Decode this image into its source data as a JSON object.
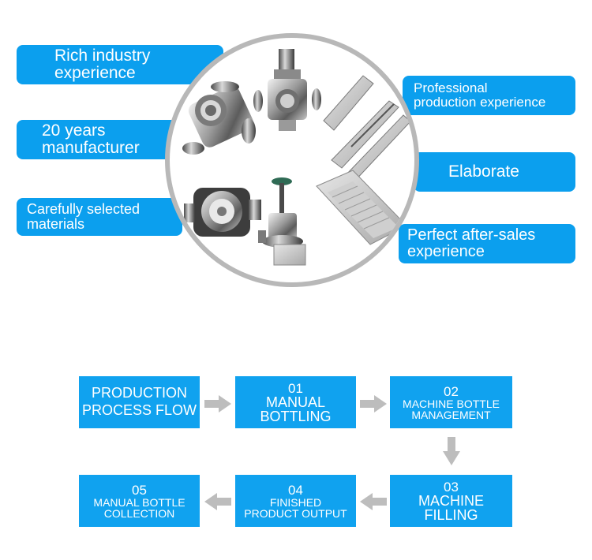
{
  "features": {
    "rich": [
      "Rich industry",
      "experience"
    ],
    "years": [
      "20 years",
      "manufacturer"
    ],
    "materials": [
      "Carefully selected",
      "materials"
    ],
    "professional": [
      "Professional",
      "production experience"
    ],
    "elaborate": [
      "Elaborate"
    ],
    "after_sales": [
      "Perfect after-sales",
      "experience"
    ]
  },
  "flow": {
    "title": [
      "PRODUCTION",
      "PROCESS FLOW"
    ],
    "step1": {
      "num": "01",
      "lines": [
        "MANUAL",
        "BOTTLING"
      ]
    },
    "step2": {
      "num": "02",
      "lines": [
        "MACHINE BOTTLE",
        "MANAGEMENT"
      ]
    },
    "step3": {
      "num": "03",
      "lines": [
        "MACHINE",
        "FILLING"
      ]
    },
    "step4": {
      "num": "04",
      "lines": [
        "FINISHED",
        "PRODUCT OUTPUT"
      ]
    },
    "step5": {
      "num": "05",
      "lines": [
        "MANUAL BOTTLE",
        "COLLECTION"
      ]
    }
  },
  "colors": {
    "accent": "#0b9fee",
    "arrow": "#bdbdbd",
    "circle_border": "#b8b8b8"
  },
  "images": [
    "steel-cross-fitting-photo",
    "steel-valve-assembly-photo",
    "steel-rail-parts-photo",
    "steel-valve-body-photo",
    "steel-filling-nozzle-photo",
    "steel-guide-plate-photo"
  ]
}
